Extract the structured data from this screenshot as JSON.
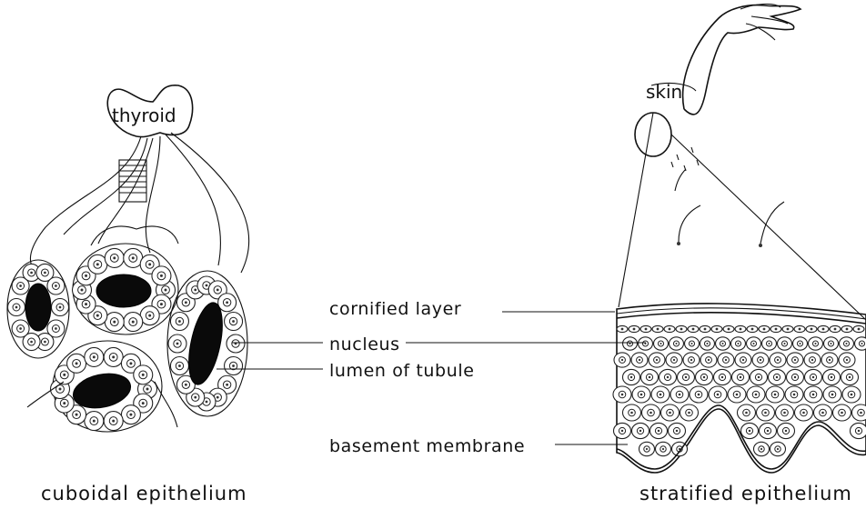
{
  "labels": {
    "thyroid": "thyroid",
    "skin": "skin",
    "cornified_layer": "cornified layer",
    "nucleus": "nucleus",
    "lumen_of_tubule": "lumen of tubule",
    "basement_membrane": "basement membrane"
  },
  "captions": {
    "left": "cuboidal epithelium",
    "right": "stratified epithelium"
  }
}
